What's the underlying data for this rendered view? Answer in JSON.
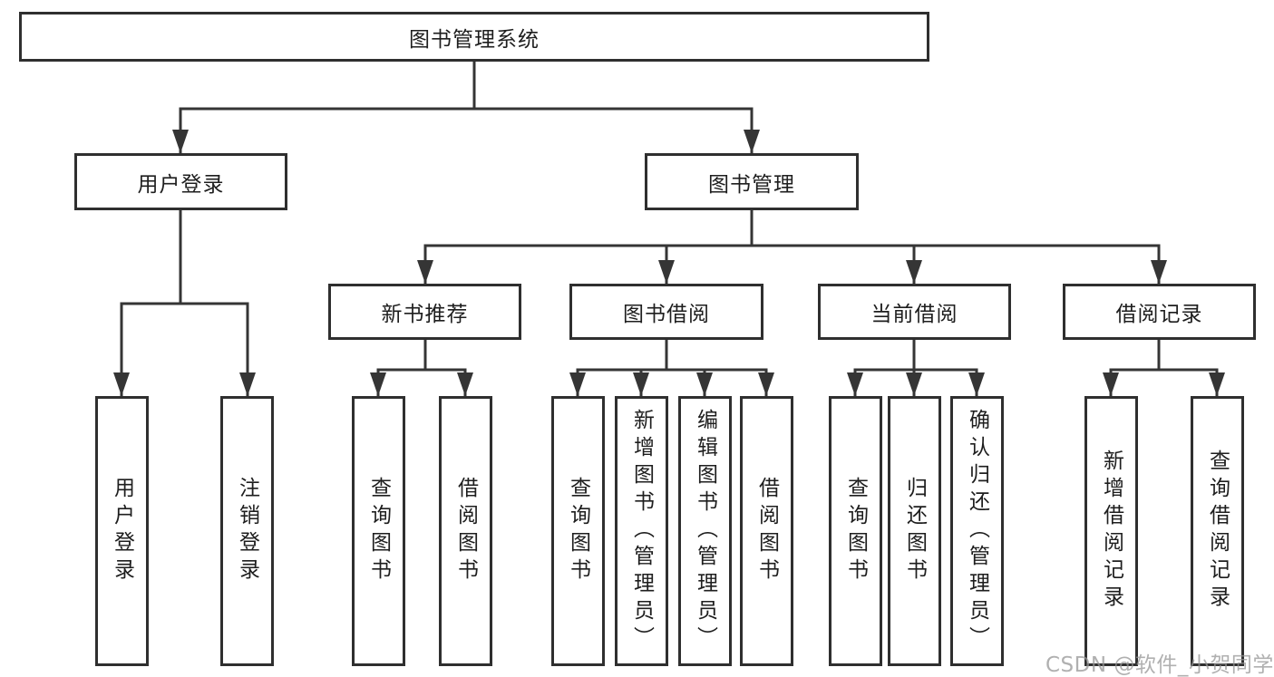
{
  "nodes": {
    "root": "图书管理系统",
    "user_login": "用户登录",
    "book_mgmt": "图书管理",
    "new_book_rec": "新书推荐",
    "book_borrow": "图书借阅",
    "current_borrow": "当前借阅",
    "borrow_records": "借阅记录"
  },
  "leaves": {
    "user_login": [
      "用户登录",
      "注销登录"
    ],
    "new_book_rec": [
      "查询图书",
      "借阅图书"
    ],
    "book_borrow": [
      "查询图书",
      "新增图书（管理员）",
      "编辑图书（管理员）",
      "借阅图书"
    ],
    "current_borrow": [
      "查询图书",
      "归还图书",
      "确认归还（管理员）"
    ],
    "borrow_records": [
      "新增借阅记录",
      "查询借阅记录"
    ]
  },
  "watermark": "CSDN @软件_小贺同学",
  "colors": {
    "line": "#353535",
    "box_border": "#2f2f2f",
    "text": "#1e1e1e",
    "watermark_gray": "#b8b8b8"
  }
}
